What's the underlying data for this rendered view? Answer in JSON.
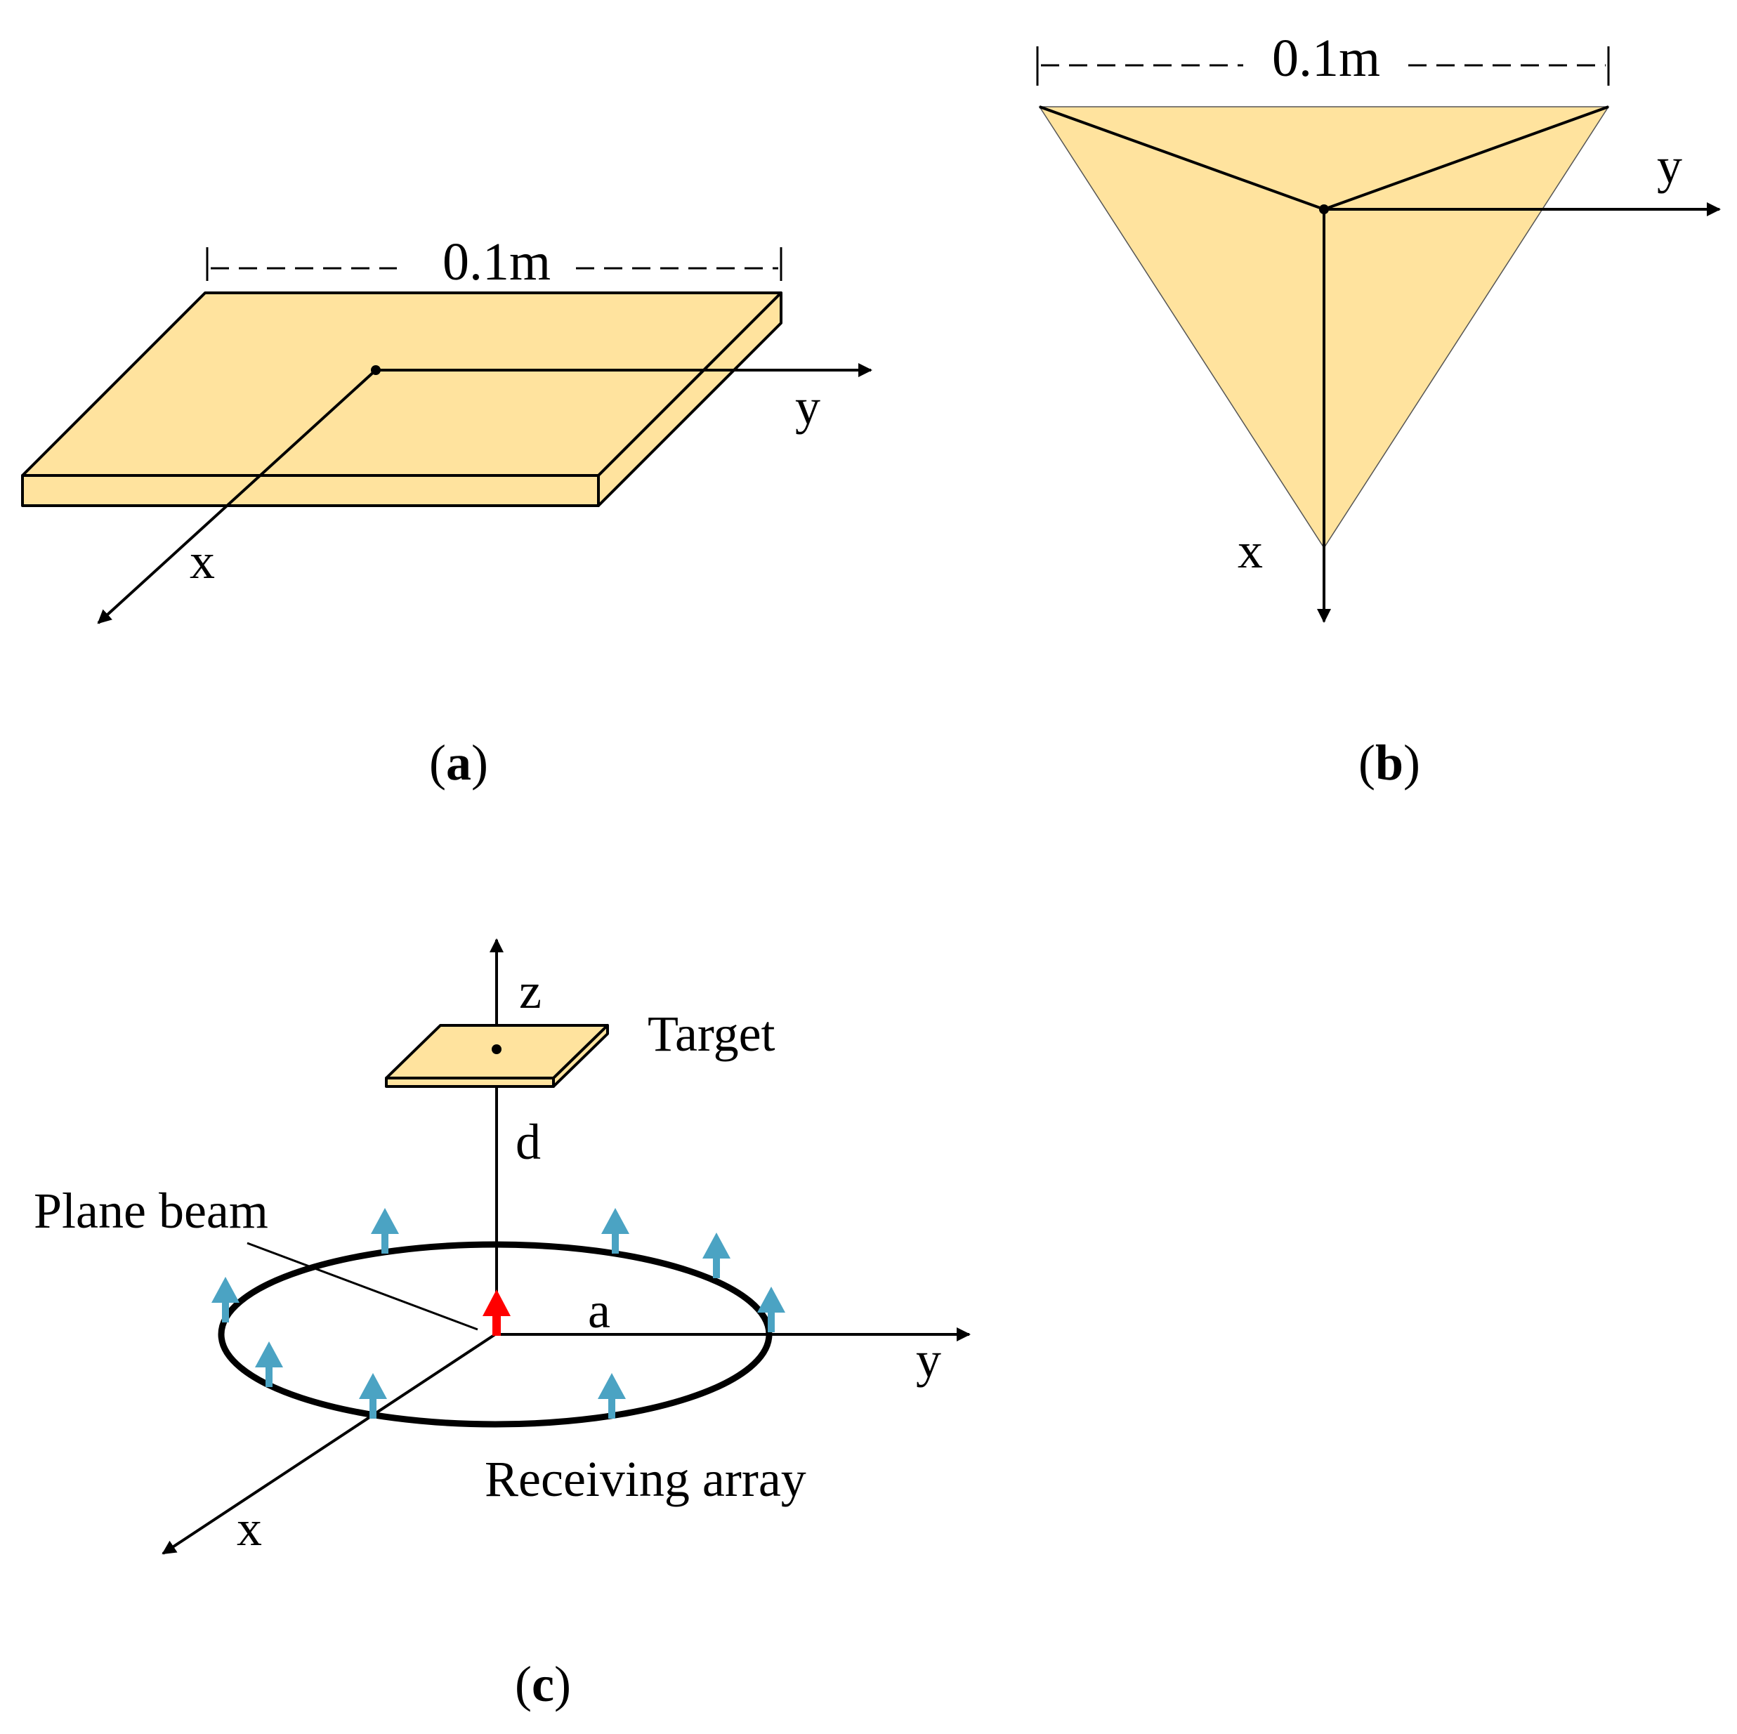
{
  "panel_a": {
    "dimension": "0.1m",
    "axis_x": "x",
    "axis_y": "y",
    "caption_open": "(",
    "caption_letter": "a",
    "caption_close": ")"
  },
  "panel_b": {
    "dimension": "0.1m",
    "axis_x": "x",
    "axis_y": "y",
    "caption_open": "(",
    "caption_letter": "b",
    "caption_close": ")"
  },
  "panel_c": {
    "axis_x": "x",
    "axis_y": "y",
    "axis_z": "z",
    "target_label": "Target",
    "distance_label": "d",
    "radius_label": "a",
    "plane_beam_label": "Plane beam",
    "receiving_array_label": "Receiving array",
    "caption_open": "(",
    "caption_letter": "c",
    "caption_close": ")"
  },
  "colors": {
    "target_fill": "#FFE39E",
    "receiver_arrow": "#4BA3C3",
    "beam_arrow": "#FF0000",
    "line": "#000000"
  }
}
